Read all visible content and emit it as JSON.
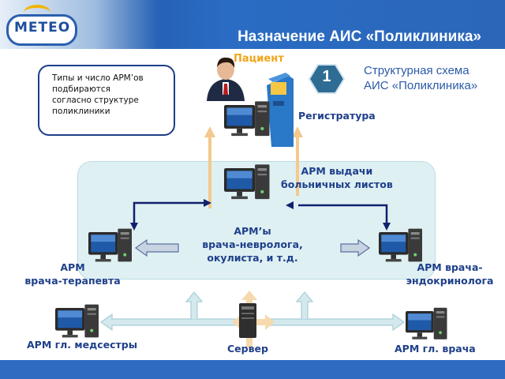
{
  "header": {
    "title": "Назначение АИС «Поликлиника»",
    "logo_text": "METEO"
  },
  "note": {
    "line1": "Типы и число АРМ’ов",
    "line2": "подбираются",
    "line3": "согласно структуре",
    "line4": "поликлиники"
  },
  "badge": {
    "number": "1"
  },
  "scheme": {
    "line1": "Структурная схема",
    "line2": "АИС «Поликлиника»"
  },
  "labels": {
    "patient": "Пациент",
    "registry": "Регистратура",
    "sick_leave_line1": "АРМ выдачи",
    "sick_leave_line2": "больничных листов",
    "doctors_line1": "АРМ’ы",
    "doctors_line2": "врача-невролога,",
    "doctors_line3": "окулиста, и т.д.",
    "therapist_line1": "АРМ",
    "therapist_line2": "врача-терапевта",
    "endo_line1": "АРМ врача-",
    "endo_line2": "эндокринолога",
    "head_nurse": "АРМ гл. медсестры",
    "server": "Сервер",
    "chief_doctor": "АРМ гл. врача"
  },
  "colors": {
    "header_blue": "#2a6cc4",
    "label_blue": "#1e3f8a",
    "patient_orange": "#f2a51a",
    "arrow_orange": "#f3c98e",
    "arrow_navy": "#10206e",
    "panel_fill": "#dff0f3"
  },
  "icons": {
    "workstation": "desktop-computer-icon",
    "server": "server-tower-icon",
    "kiosk": "registration-kiosk-icon",
    "patient": "patient-person-icon"
  }
}
